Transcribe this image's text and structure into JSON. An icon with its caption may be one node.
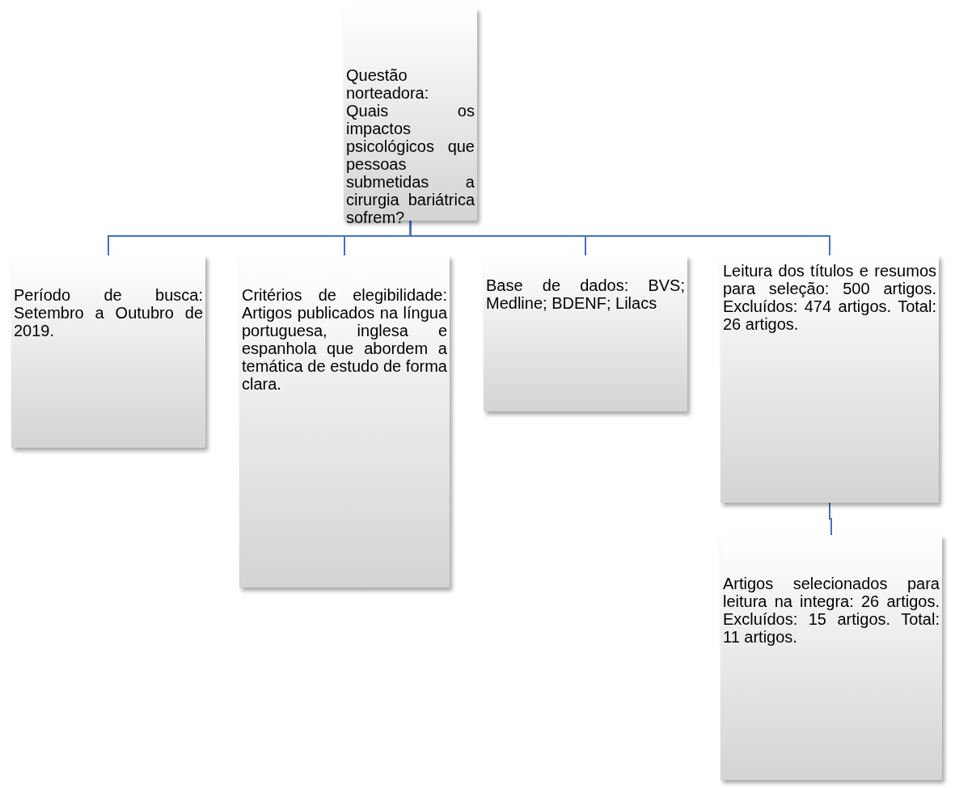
{
  "diagram": {
    "nodes": [
      {
        "text": [
          "Questão norteadora: Quais os impactos psicológicos que pessoas submetidas a cirurgia bariátrica sofrem?"
        ]
      },
      {
        "text": [
          "Período de busca: Setembro a Outubro de 2019."
        ]
      },
      {
        "text": [
          "Critérios de elegibilidade: Artigos publicados na língua portuguesa, inglesa e espanhola que abordem a temática de estudo de forma clara."
        ]
      },
      {
        "text": [
          "Base de dados: BVS; Medline; BDENF; Lilacs"
        ]
      },
      {
        "text": [
          "Leitura dos títulos e resumos para seleção: 500 artigos. Excluídos: 474 artigos. Total: 26 artigos."
        ]
      },
      {
        "text": [
          "Artigos selecionados para leitura na integra: 26 artigos. Excluídos: 15 artigos. Total: 11 artigos."
        ]
      }
    ],
    "edges": [
      {
        "from": 0,
        "to": 1,
        "arrow": "none"
      },
      {
        "from": 0,
        "to": 2,
        "arrow": "none"
      },
      {
        "from": 0,
        "to": 3,
        "arrow": "none"
      },
      {
        "from": 0,
        "to": 4,
        "arrow": "none"
      },
      {
        "from": 4,
        "to": 5,
        "arrow": "none"
      }
    ]
  }
}
